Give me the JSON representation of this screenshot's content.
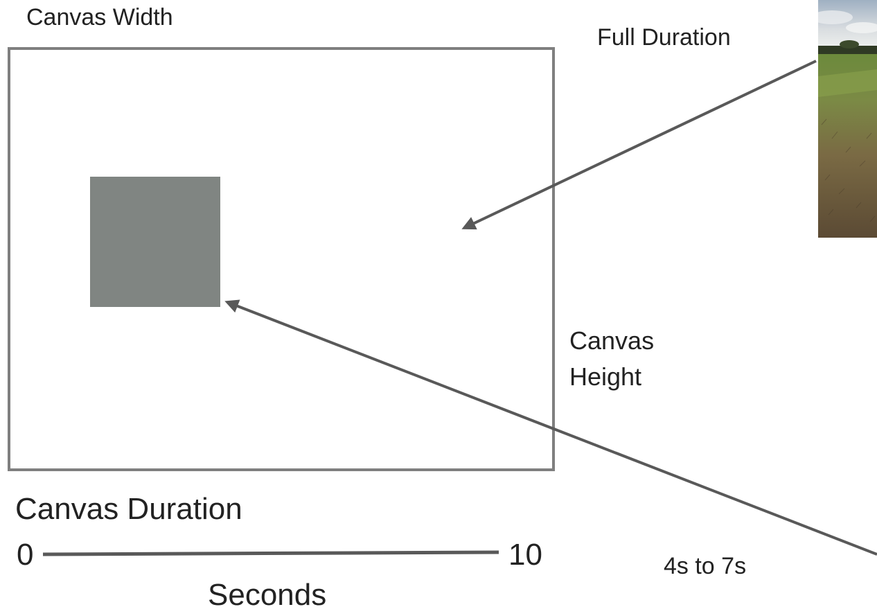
{
  "labels": {
    "canvas_width": "Canvas Width",
    "full_duration": "Full Duration",
    "canvas_height": "Canvas Height",
    "canvas_duration": "Canvas Duration",
    "timeline_start": "0",
    "timeline_end": "10",
    "clip_range": "4s to 7s",
    "seconds": "Seconds"
  },
  "colors": {
    "frame": "#7f7f7f",
    "overlay_clip": "#808582",
    "arrow": "#595959",
    "timeline": "#595959"
  },
  "thumbnail": {
    "icon": "landscape-field-photo"
  }
}
